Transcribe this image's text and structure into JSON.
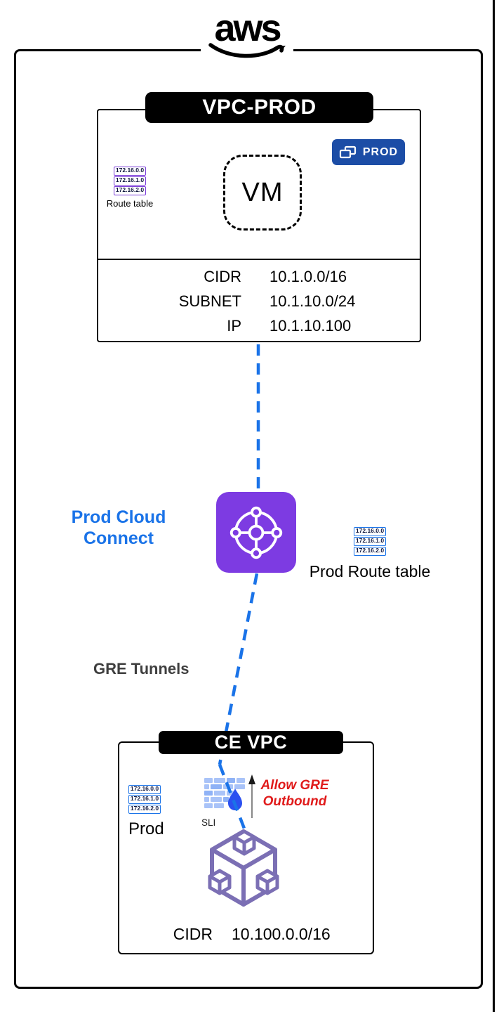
{
  "logo": {
    "text": "aws"
  },
  "colors": {
    "tunnel_blue": "#1a73e8",
    "gateway_purple": "#7d3be2",
    "badge_blue": "#1c4da6",
    "alert_red": "#e01b1b",
    "route_table_purple": "#7a3bd9",
    "route_table_blue": "#1a73e8",
    "cluster_purple": "#7b6fb4",
    "frame_black": "#000000"
  },
  "vpc_prod": {
    "title": "VPC-PROD",
    "badge": {
      "label": "PROD"
    },
    "route_table": {
      "entries": [
        "172.16.0.0",
        "172.16.1.0",
        "172.16.2.0"
      ],
      "label": "Route table"
    },
    "vm_label": "VM",
    "details": [
      {
        "label": "CIDR",
        "value": "10.1.0.0/16"
      },
      {
        "label": "SUBNET",
        "value": "10.1.10.0/24"
      },
      {
        "label": "IP",
        "value": "10.1.10.100"
      }
    ]
  },
  "cloud_connect": {
    "label": "Prod Cloud Connect"
  },
  "prod_route_table": {
    "entries": [
      "172.16.0.0",
      "172.16.1.0",
      "172.16.2.0"
    ],
    "label": "Prod Route table"
  },
  "gre_label": "GRE Tunnels",
  "ce_vpc": {
    "title": "CE VPC",
    "firewall_label": "SLI",
    "allow_note": "Allow GRE Outbound",
    "route_table": {
      "entries": [
        "172.16.0.0",
        "172.16.1.0",
        "172.16.2.0"
      ],
      "label": "Prod"
    },
    "details": [
      {
        "label": "CIDR",
        "value": "10.100.0.0/16"
      }
    ]
  }
}
